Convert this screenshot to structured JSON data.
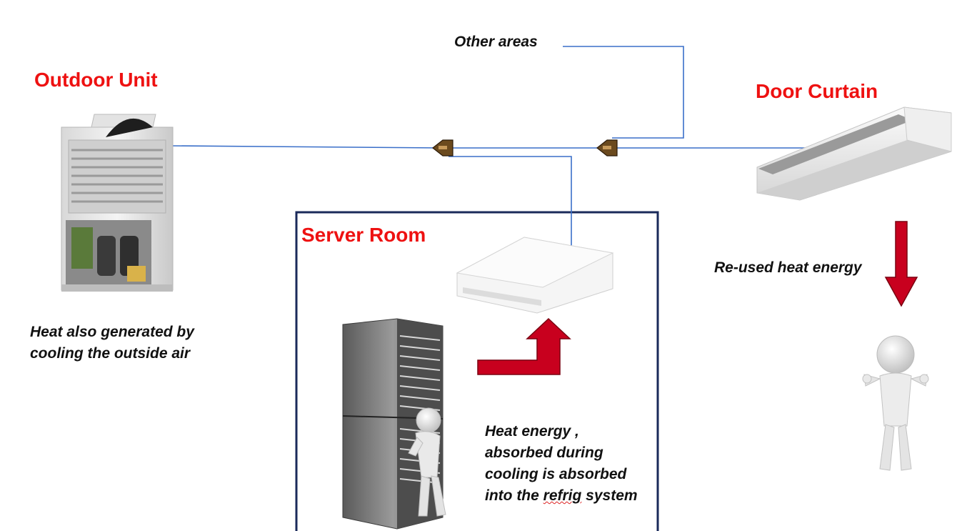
{
  "labels": {
    "outdoor_unit": "Outdoor Unit",
    "door_curtain": "Door Curtain",
    "server_room": "Server Room",
    "other_areas": "Other areas",
    "reused_heat": "Re-used heat energy",
    "outdoor_note_line1": "Heat also generated by",
    "outdoor_note_line2": "cooling the outside air",
    "server_note_line1": "Heat energy ,",
    "server_note_line2": "absorbed during",
    "server_note_line3": "cooling is absorbed",
    "server_note_line4_a": "into the ",
    "server_note_line4_b": "refrig",
    "server_note_line4_c": " system"
  },
  "colors": {
    "title_red": "#ee1111",
    "pipe_blue": "#3a6fc9",
    "arrow_red": "#c8001e",
    "room_border": "#1a2a5a",
    "valve_brown": "#6b4a1e"
  },
  "icons": [
    "outdoor-unit-icon",
    "door-curtain-icon",
    "ceiling-cassette-icon",
    "server-rack-icon",
    "person-figure-icon",
    "thumbs-up-figure-icon",
    "branch-valve-icon"
  ]
}
